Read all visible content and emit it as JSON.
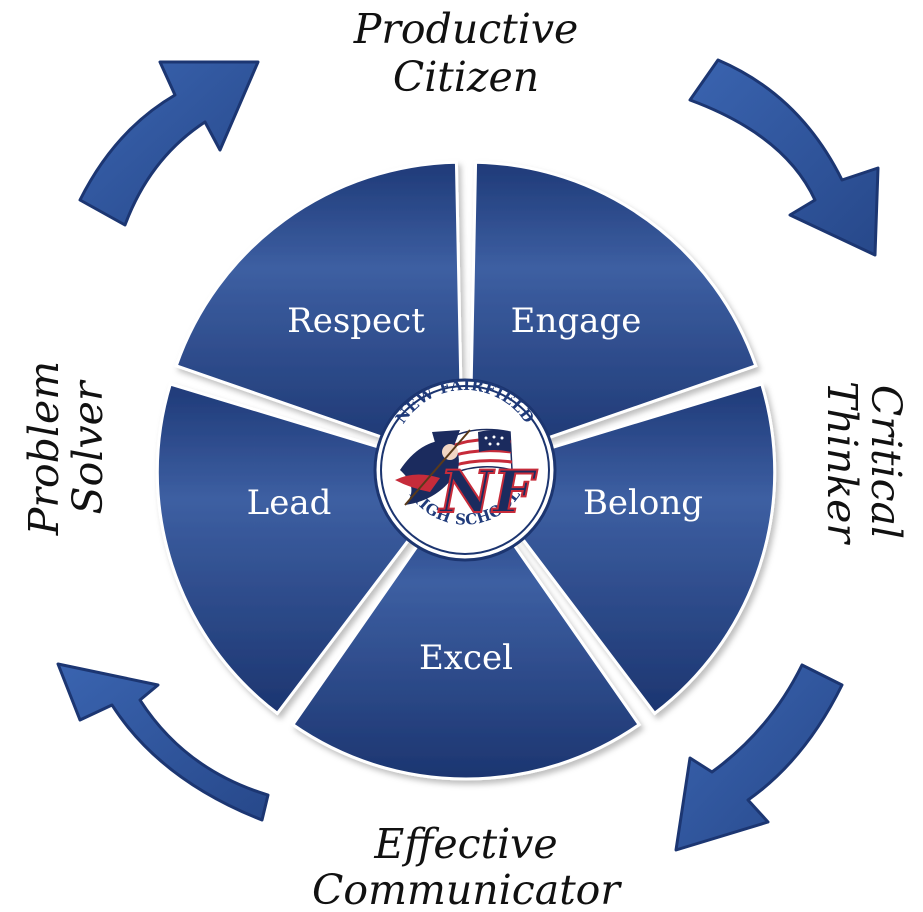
{
  "diagram": {
    "outer_labels": {
      "top": [
        "Productive",
        "Citizen"
      ],
      "right": [
        "Critical",
        "Thinker"
      ],
      "bottom": [
        "Effective",
        "Communicator"
      ],
      "left": [
        "Problem",
        "Solver"
      ]
    },
    "segments": [
      "Respect",
      "Engage",
      "Belong",
      "Excel",
      "Lead"
    ],
    "logo": {
      "top_text": "NEW FAIRFIELD",
      "bottom_text": "HIGH SCHOOL",
      "monogram": "NF"
    },
    "colors": {
      "segment_light": "#3a5c9e",
      "segment_dark": "#1c3570",
      "arrow_fill": "#2f56a0",
      "arrow_stroke": "#1c3672",
      "logo_red": "#c62b3a",
      "logo_navy": "#1b2b5e"
    }
  }
}
